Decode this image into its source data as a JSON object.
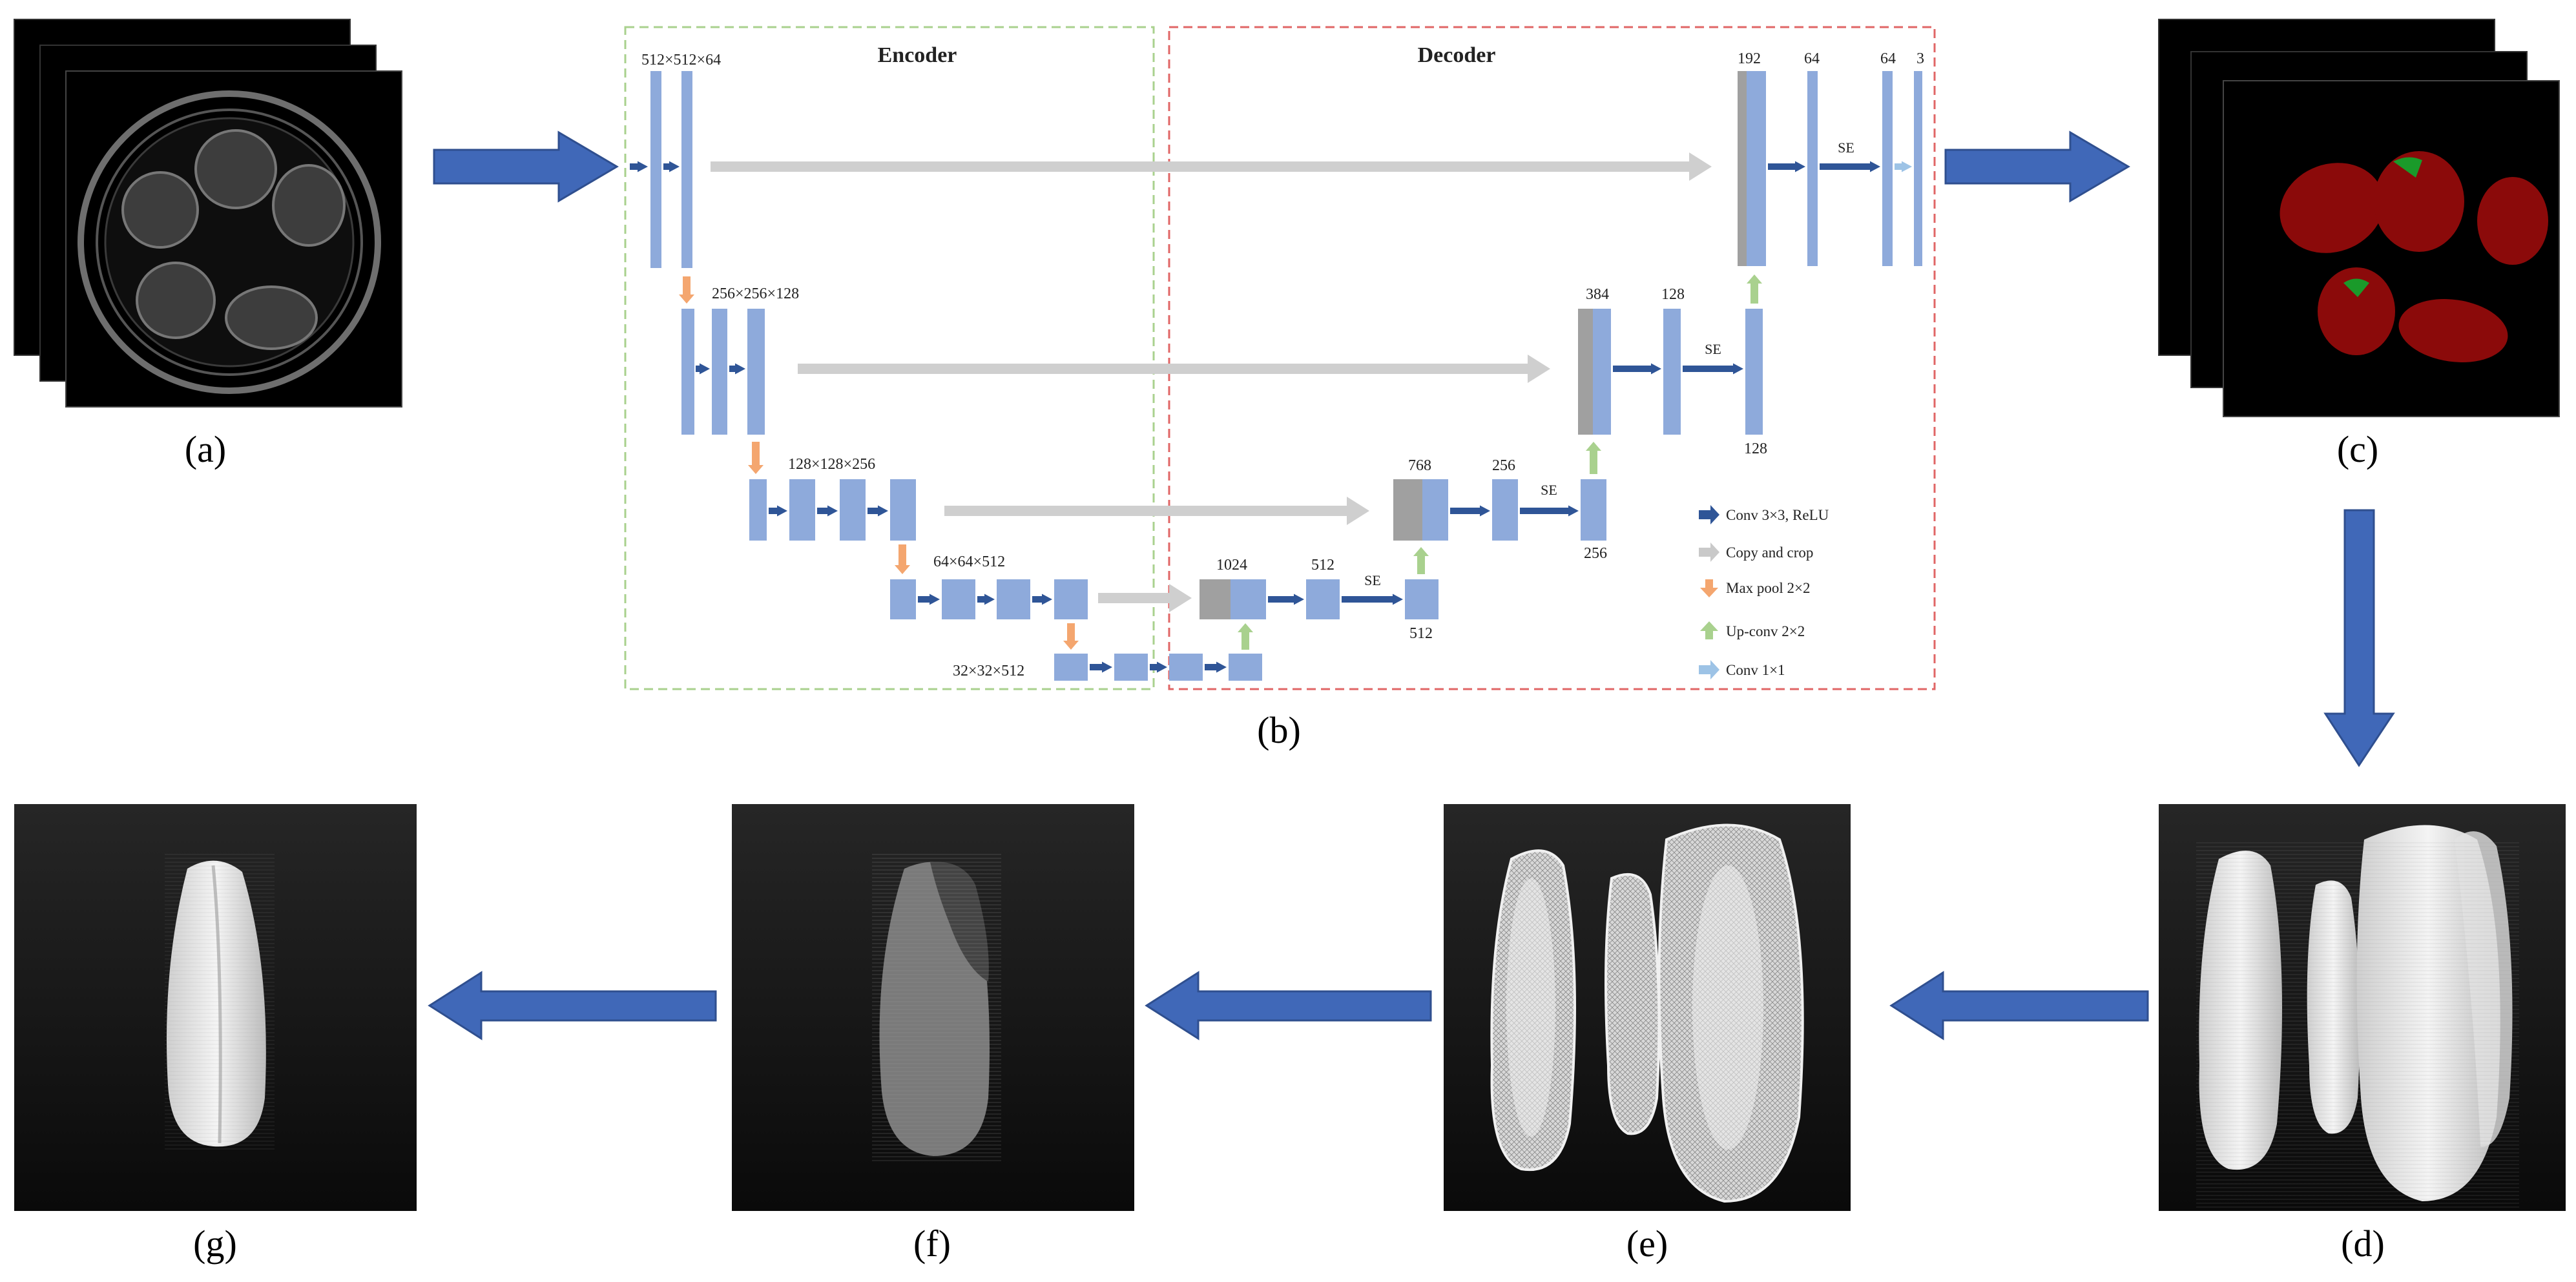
{
  "panel_labels": {
    "a": "(a)",
    "b": "(b)",
    "c": "(c)",
    "d": "(d)",
    "e": "(e)",
    "f": "(f)",
    "g": "(g)"
  },
  "unet": {
    "encoder_title": "Encoder",
    "decoder_title": "Decoder",
    "encoder_dims": [
      "512×512×64",
      "256×256×128",
      "128×128×256",
      "64×64×512",
      "32×32×512"
    ],
    "decoder_channels": {
      "d4_concat": "1024",
      "d4_out": "512",
      "d4_bottom": "512",
      "d3_concat": "768",
      "d3_out": "256",
      "d3_bottom": "256",
      "d2_concat": "384",
      "d2_out": "128",
      "d2_bottom": "128",
      "d1_concat": "192",
      "d1_out": "64",
      "d1_se": "64",
      "final": "3"
    },
    "se_label": "SE",
    "legend": [
      {
        "key": "conv",
        "label": "Conv 3×3, ReLU",
        "color": "#2f5597"
      },
      {
        "key": "copy",
        "label": "Copy and crop",
        "color": "#c9c9c9"
      },
      {
        "key": "pool",
        "label": "Max pool 2×2",
        "color": "#f4a66f"
      },
      {
        "key": "upconv",
        "label": "Up-conv 2×2",
        "color": "#a9d18e"
      },
      {
        "key": "conv1",
        "label": "Conv 1×1",
        "color": "#9dc3e6"
      }
    ]
  },
  "colors": {
    "block": "#8eaadb",
    "concat": "#a0a0a0",
    "flow_arrow": "#4068b8",
    "encoder_border": "#a9d18e",
    "decoder_border": "#e06666",
    "rice_red": "#8b0a0a",
    "embryo_green": "#1a9a2a"
  }
}
